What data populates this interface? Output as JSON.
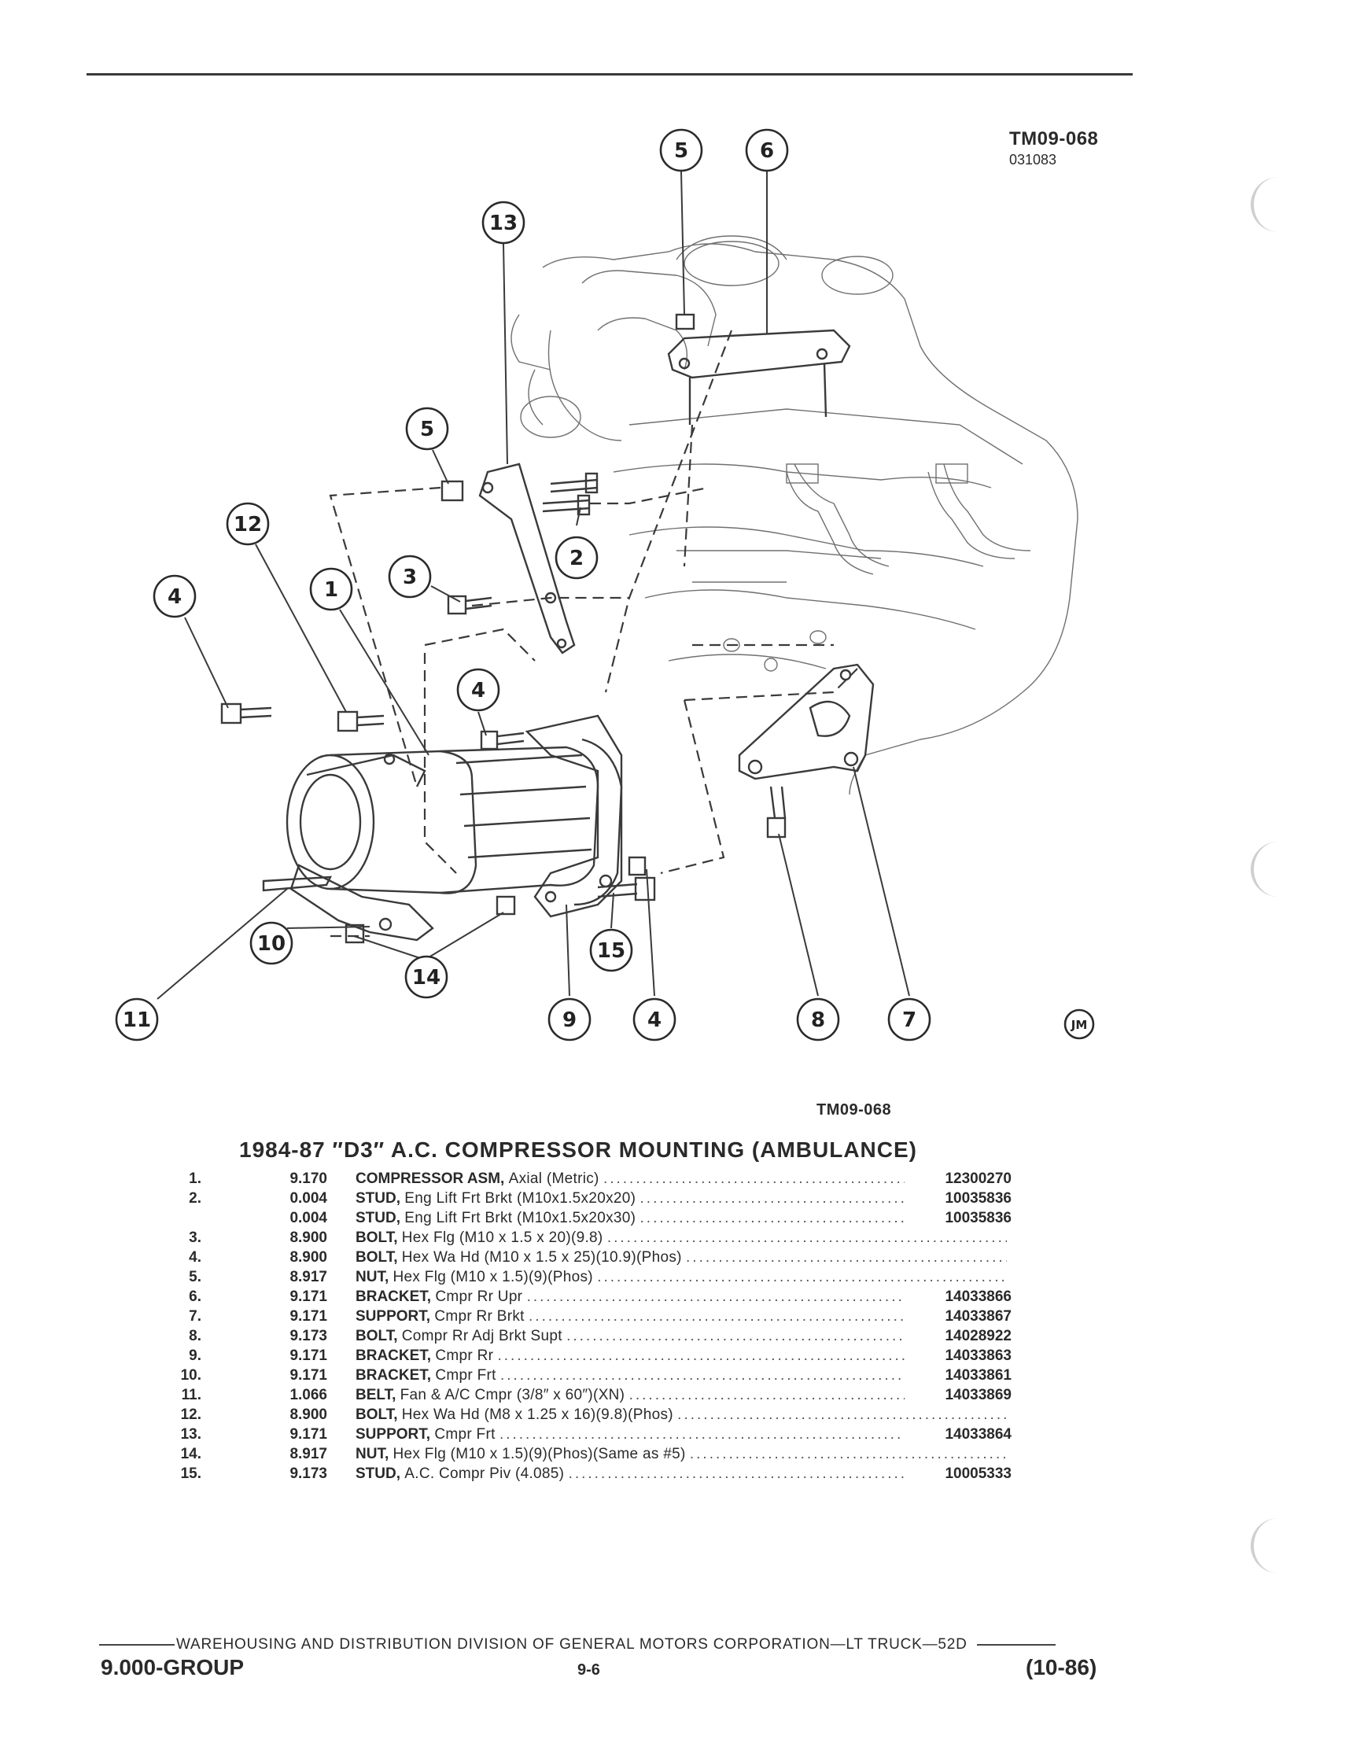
{
  "figure": {
    "ref_code": "TM09-068",
    "ref_date": "031083",
    "label": "TM09-068",
    "illustrator_mark": "JM",
    "callouts": [
      {
        "id": "c5a",
        "n": "5"
      },
      {
        "id": "c6",
        "n": "6"
      },
      {
        "id": "c13",
        "n": "13"
      },
      {
        "id": "c5b",
        "n": "5"
      },
      {
        "id": "c12",
        "n": "12"
      },
      {
        "id": "c4a",
        "n": "4"
      },
      {
        "id": "c1",
        "n": "1"
      },
      {
        "id": "c3",
        "n": "3"
      },
      {
        "id": "c2",
        "n": "2"
      },
      {
        "id": "c4b",
        "n": "4"
      },
      {
        "id": "c10",
        "n": "10"
      },
      {
        "id": "c14",
        "n": "14"
      },
      {
        "id": "c15",
        "n": "15"
      },
      {
        "id": "c11",
        "n": "11"
      },
      {
        "id": "c9",
        "n": "9"
      },
      {
        "id": "c4c",
        "n": "4"
      },
      {
        "id": "c8",
        "n": "8"
      },
      {
        "id": "c7",
        "n": "7"
      }
    ]
  },
  "section": {
    "title": "1984-87 ″D3″ A.C. COMPRESSOR MOUNTING (AMBULANCE)"
  },
  "parts": [
    {
      "no": "1.",
      "group": "9.170",
      "name": "COMPRESSOR ASM,",
      "detail": "Axial (Metric)",
      "part_no": "12300270"
    },
    {
      "no": "2.",
      "group": "0.004",
      "name": "STUD,",
      "detail": "Eng Lift Frt Brkt (M10x1.5x20x20)",
      "part_no": "10035836"
    },
    {
      "no": "",
      "group": "0.004",
      "name": "STUD,",
      "detail": "Eng Lift Frt Brkt (M10x1.5x20x30)",
      "part_no": "10035836"
    },
    {
      "no": "3.",
      "group": "8.900",
      "name": "BOLT,",
      "detail": "Hex Flg (M10 x 1.5 x 20)(9.8)",
      "part_no": ""
    },
    {
      "no": "4.",
      "group": "8.900",
      "name": "BOLT,",
      "detail": "Hex Wa Hd (M10 x 1.5 x 25)(10.9)(Phos)",
      "part_no": ""
    },
    {
      "no": "5.",
      "group": "8.917",
      "name": "NUT,",
      "detail": "Hex Flg (M10 x 1.5)(9)(Phos)",
      "part_no": ""
    },
    {
      "no": "6.",
      "group": "9.171",
      "name": "BRACKET,",
      "detail": "Cmpr Rr Upr",
      "part_no": "14033866"
    },
    {
      "no": "7.",
      "group": "9.171",
      "name": "SUPPORT,",
      "detail": "Cmpr Rr Brkt",
      "part_no": "14033867"
    },
    {
      "no": "8.",
      "group": "9.173",
      "name": "BOLT,",
      "detail": "Compr Rr Adj Brkt Supt",
      "part_no": "14028922"
    },
    {
      "no": "9.",
      "group": "9.171",
      "name": "BRACKET,",
      "detail": "Cmpr Rr",
      "part_no": "14033863"
    },
    {
      "no": "10.",
      "group": "9.171",
      "name": "BRACKET,",
      "detail": "Cmpr Frt",
      "part_no": "14033861"
    },
    {
      "no": "11.",
      "group": "1.066",
      "name": "BELT,",
      "detail": "Fan & A/C Cmpr (3/8″ x 60″)(XN)",
      "part_no": "14033869"
    },
    {
      "no": "12.",
      "group": "8.900",
      "name": "BOLT,",
      "detail": "Hex Wa Hd (M8 x 1.25 x 16)(9.8)(Phos)",
      "part_no": ""
    },
    {
      "no": "13.",
      "group": "9.171",
      "name": "SUPPORT,",
      "detail": "Cmpr Frt",
      "part_no": "14033864"
    },
    {
      "no": "14.",
      "group": "8.917",
      "name": "NUT,",
      "detail": "Hex Flg (M10 x 1.5)(9)(Phos)(Same as #5)",
      "part_no": ""
    },
    {
      "no": "15.",
      "group": "9.173",
      "name": "STUD,",
      "detail": "A.C. Compr Piv (4.085)",
      "part_no": "10005333"
    }
  ],
  "footer": {
    "publisher": "WAREHOUSING AND DISTRIBUTION DIVISION OF GENERAL MOTORS CORPORATION—LT TRUCK—52D",
    "group": "9.000-GROUP",
    "page": "9-6",
    "date": "(10-86)"
  }
}
